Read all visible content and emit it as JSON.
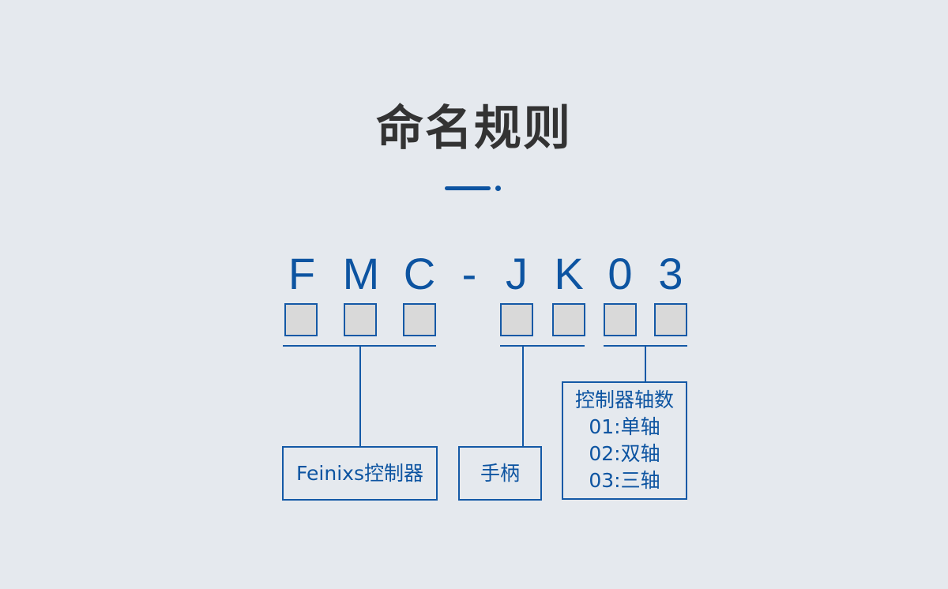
{
  "title": "命名规则",
  "code": {
    "chars": [
      "F",
      "M",
      "C",
      "-",
      "J",
      "K",
      "0",
      "3"
    ]
  },
  "groups": {
    "brand": {
      "label": "Feinixs控制器"
    },
    "handle": {
      "label": "手柄"
    },
    "axis": {
      "heading": "控制器轴数",
      "options": [
        "01:单轴",
        "02:双轴",
        "03:三轴"
      ]
    }
  },
  "colors": {
    "background": "#e5e9ee",
    "accent": "#0d54a1",
    "title": "#333333",
    "box_fill": "#d9d9d9"
  }
}
